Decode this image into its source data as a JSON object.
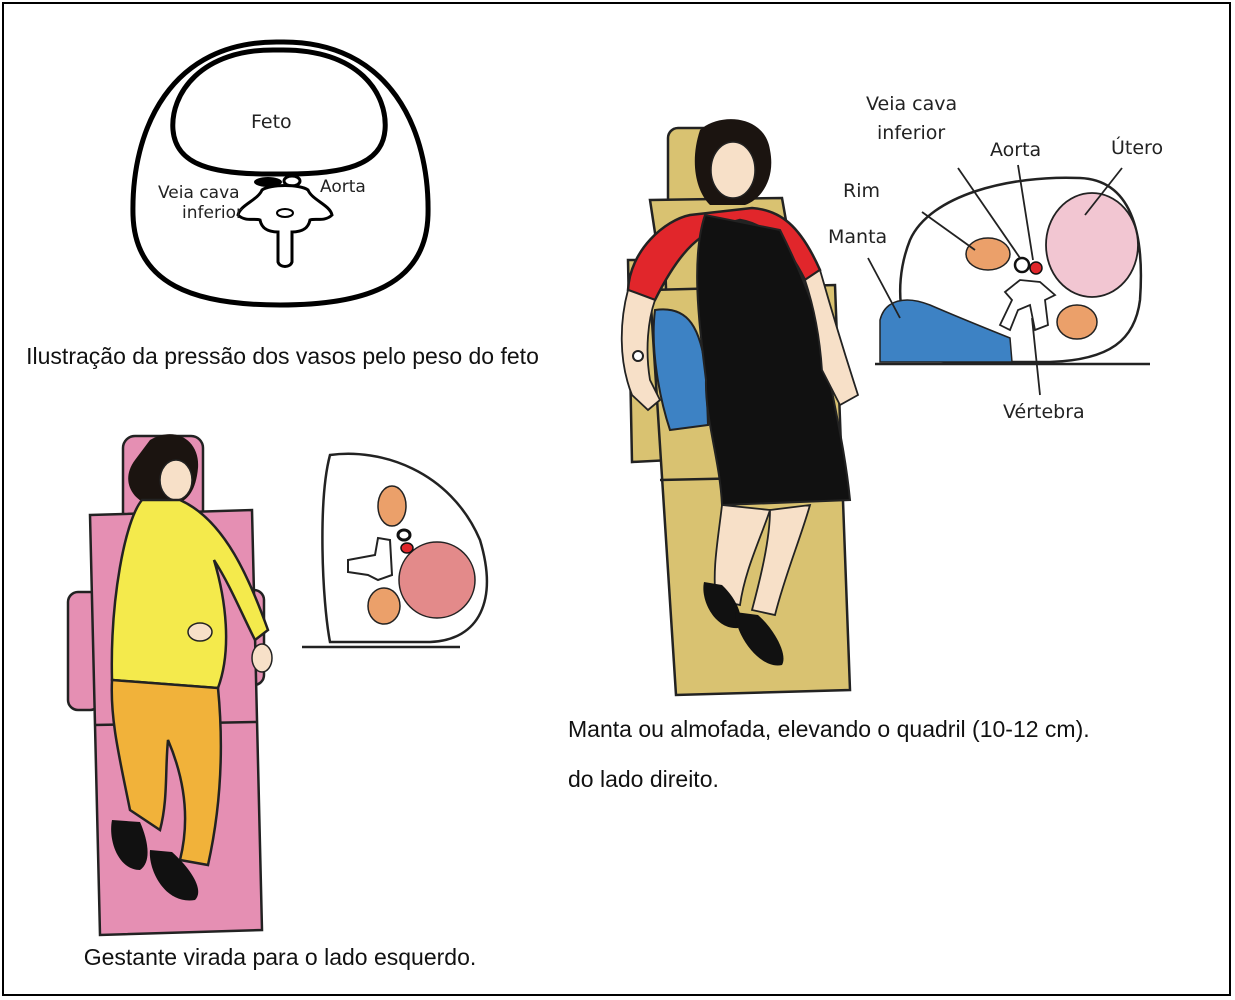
{
  "fetal_pressure_diagram": {
    "labels": {
      "fetus": "Feto",
      "vena_cava": [
        "Veia cava",
        "inferior"
      ],
      "aorta": "Aorta"
    },
    "caption": "Ilustração da pressão dos vasos pelo peso do feto"
  },
  "left_tilt_figure": {
    "caption": "Gestante virada para o lado esquerdo."
  },
  "hip_elevation_figure": {
    "labels": {
      "vena_cava": [
        "Veia cava",
        "inferior"
      ],
      "aorta": "Aorta",
      "uterus": "Útero",
      "kidney": "Rim",
      "blanket": "Manta",
      "vertebra": "Vértebra"
    },
    "caption_line1": "Manta ou almofada, elevando o quadril (10-12 cm).",
    "caption_line2": "do lado direito."
  },
  "colors": {
    "chair_pink": "#e58fb3",
    "chair_yellow": "#d9c271",
    "shirt_yellow": "#f4ea4c",
    "pants_orange": "#f1b23a",
    "dress_black": "#111111",
    "shirt_red": "#e1262b",
    "cushion_blue": "#3d82c4",
    "uterus_pink": "#f2c6d2",
    "kidney_orange": "#eba06a"
  }
}
